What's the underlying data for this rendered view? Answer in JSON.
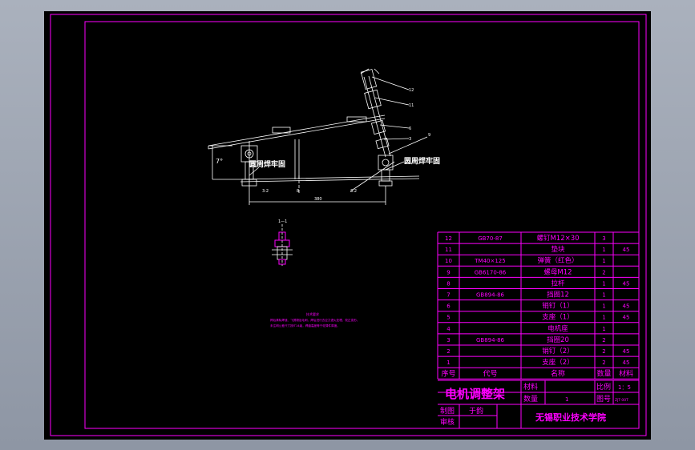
{
  "colors": {
    "line": "#ff00ff",
    "part": "#ffffff",
    "paper": "#000000"
  },
  "drawing": {
    "callout_left": "圆周焊牢固",
    "callout_right": "圆周焊牢固",
    "angle": "7°",
    "dim_bottom": "380",
    "mark_left": "3:2",
    "mark_right": "3:2",
    "mark_center": "8",
    "balloons": [
      "12",
      "11",
      "6",
      "3",
      "9"
    ],
    "section_label": "1—1",
    "notes_title": "技术要求",
    "notes_lines": [
      "焊后清除焊渣、飞溅物及毛刺，焊后进行去应力退火处理，校正变形。",
      "未注明公差尺寸按IT14级，焊缝高度等于较薄件厚度。"
    ]
  },
  "bom": {
    "header": {
      "seq": "序号",
      "code": "代号",
      "name": "名称",
      "qty": "数量",
      "material": "材料"
    },
    "rows": [
      {
        "seq": "12",
        "code": "GB70-87",
        "name": "螺钉M12×30",
        "qty": "3",
        "material": ""
      },
      {
        "seq": "11",
        "code": "",
        "name": "垫块",
        "qty": "1",
        "material": "45"
      },
      {
        "seq": "10",
        "code": "TM40×125",
        "name": "弹簧（红色）",
        "qty": "1",
        "material": ""
      },
      {
        "seq": "9",
        "code": "GB6170-86",
        "name": "螺母M12",
        "qty": "2",
        "material": ""
      },
      {
        "seq": "8",
        "code": "",
        "name": "拉杆",
        "qty": "1",
        "material": "45"
      },
      {
        "seq": "7",
        "code": "GB894-86",
        "name": "挡圈12",
        "qty": "1",
        "material": ""
      },
      {
        "seq": "6",
        "code": "",
        "name": "销钉（1）",
        "qty": "1",
        "material": "45"
      },
      {
        "seq": "5",
        "code": "",
        "name": "支座（1）",
        "qty": "1",
        "material": "45"
      },
      {
        "seq": "4",
        "code": "",
        "name": "电机座",
        "qty": "1",
        "material": ""
      },
      {
        "seq": "3",
        "code": "GB894-86",
        "name": "挡圈20",
        "qty": "2",
        "material": ""
      },
      {
        "seq": "2",
        "code": "",
        "name": "销钉（2）",
        "qty": "2",
        "material": "45"
      },
      {
        "seq": "1",
        "code": "",
        "name": "支座（2）",
        "qty": "2",
        "material": "45"
      }
    ]
  },
  "title_block": {
    "title": "电机调整架",
    "material_label": "材料",
    "scale_label": "比例",
    "scale_value": "1：5",
    "qty_label": "数量",
    "qty_value": "1",
    "drawing_no_label": "图号",
    "drawing_no_value": "ZJT-00T",
    "drawn_label": "制图",
    "drawn_name": "于韵",
    "checked_label": "审核",
    "school": "无锡职业技术学院"
  }
}
